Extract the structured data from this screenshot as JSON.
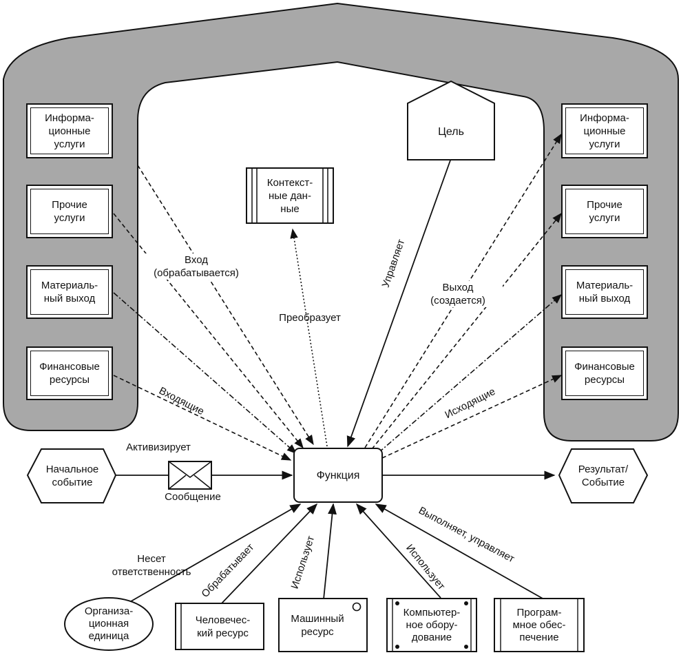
{
  "left_resources": [
    "Информа-\nционные\nуслуги",
    "Прочие\nуслуги",
    "Материаль-\nный выход",
    "Финансовые\nресурсы"
  ],
  "right_resources": [
    "Информа-\nционные\nуслуги",
    "Прочие\nуслуги",
    "Материаль-\nный выход",
    "Финансовые\nресурсы"
  ],
  "goal": "Цель",
  "context_data": "Контекст-\nные дан-\nные",
  "function": "Функция",
  "start_event": "Начальное\nсобытие",
  "result_event": "Результат/\nСобытие",
  "message": "Сообщение",
  "bottom_resources": {
    "org_unit": "Организа-\nционная\nединица",
    "human": "Человечес-\nкий ресурс",
    "machine": "Машинный\nресурс",
    "computer": "Компьютер-\nное обору-\nдование",
    "software": "Програм-\nмное обес-\nпечение"
  },
  "edge_labels": {
    "input": "Вход\n(обрабатывается)",
    "incoming": "Входящие",
    "transforms": "Преобразует",
    "controls": "Управляет",
    "output": "Выход\n(создается)",
    "outgoing": "Исходящие",
    "activates": "Активизирует",
    "responsible": "Несет\nответственность",
    "processes": "Обрабатывает",
    "uses_machine": "Использует",
    "uses_computer": "Использует",
    "executes": "Выполняет, управляет"
  }
}
